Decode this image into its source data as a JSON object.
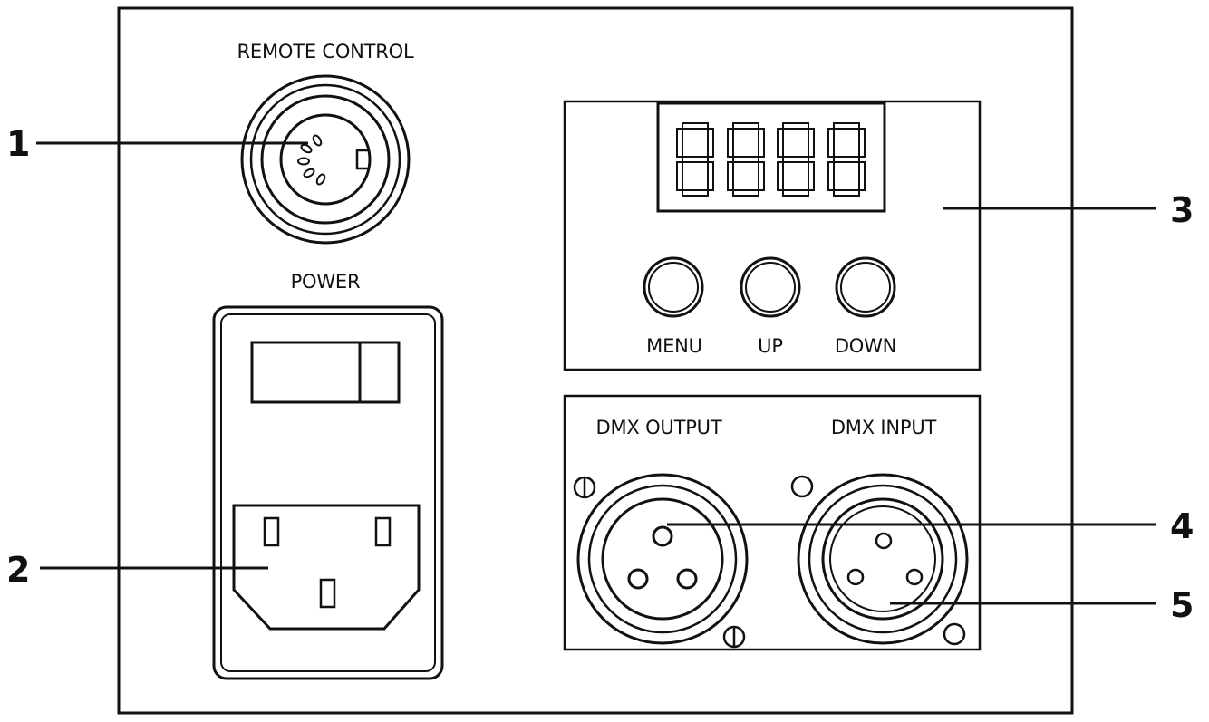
{
  "panel": {
    "remote_label": "REMOTE CONTROL",
    "power_label": "POWER",
    "buttons": [
      "MENU",
      "UP",
      "DOWN"
    ],
    "dmx_output_label": "DMX OUTPUT",
    "dmx_input_label": "DMX INPUT"
  },
  "callouts": [
    "1",
    "2",
    "3",
    "4",
    "5"
  ],
  "colors": {
    "ink": "#111111",
    "background": "#ffffff"
  }
}
